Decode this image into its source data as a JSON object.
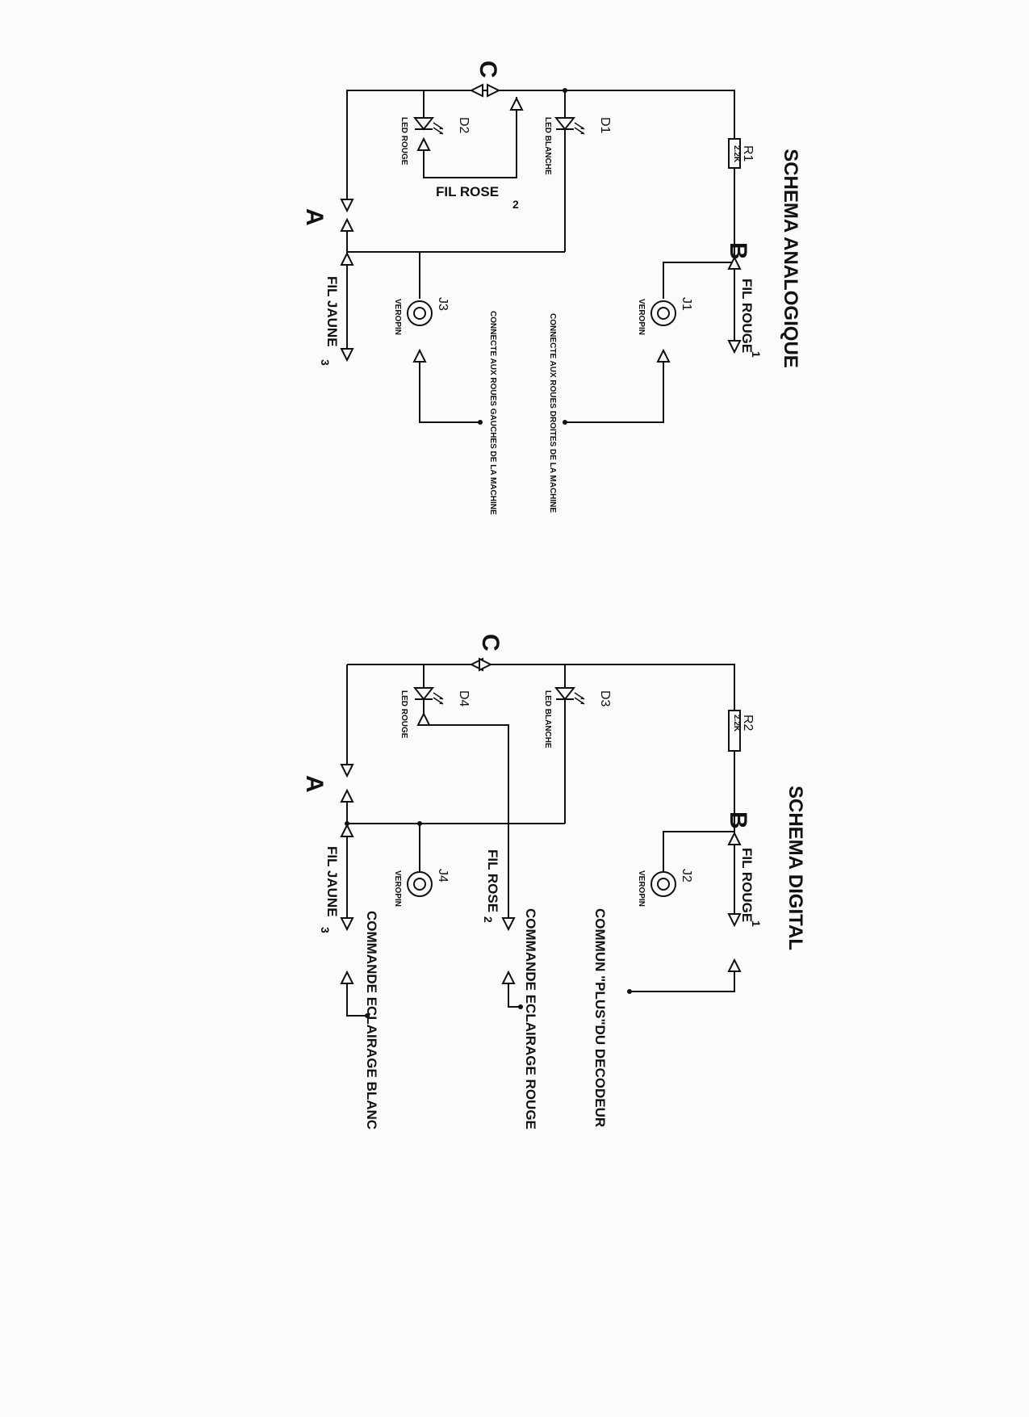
{
  "analog": {
    "title": "SCHEMA ANALOGIQUE",
    "node_a": "A",
    "node_b": "B",
    "node_c": "C",
    "r1_ref": "R1",
    "r1_value": "2.2K",
    "d1_ref": "D1",
    "d1_type": "LED BLANCHE",
    "d2_ref": "D2",
    "d2_type": "LED ROUGE",
    "j1_ref": "J1",
    "j1_type": "VEROPIN",
    "j3_ref": "J3",
    "j3_type": "VEROPIN",
    "wire_red": "FIL ROUGE",
    "wire_red_num": "1",
    "wire_pink": "FIL ROSE",
    "wire_pink_num": "2",
    "wire_yellow": "FIL JAUNE",
    "wire_yellow_num": "3",
    "note_right": "CONNECTE AUX ROUES DROITES DE LA MACHINE",
    "note_left": "CONNECTE AUX ROUES GAUCHES DE LA MACHINE"
  },
  "digital": {
    "title": "SCHEMA DIGITAL",
    "node_a": "A",
    "node_b": "B",
    "node_c": "C",
    "r2_ref": "R2",
    "r2_value": "2.2K",
    "d3_ref": "D3",
    "d3_type": "LED BLANCHE",
    "d4_ref": "D4",
    "d4_type": "LED ROUGE",
    "j2_ref": "J2",
    "j2_type": "VEROPIN",
    "j4_ref": "J4",
    "j4_type": "VEROPIN",
    "wire_red": "FIL ROUGE",
    "wire_red_num": "1",
    "wire_pink": "FIL ROSE",
    "wire_pink_num": "2",
    "wire_yellow": "FIL JAUNE",
    "wire_yellow_num": "3",
    "cmd_common": "COMMUN \"PLUS\"DU DECODEUR",
    "cmd_red": "COMMANDE ECLAIRAGE ROUGE",
    "cmd_white": "COMMANDE ECLAIRAGE BLANC"
  }
}
